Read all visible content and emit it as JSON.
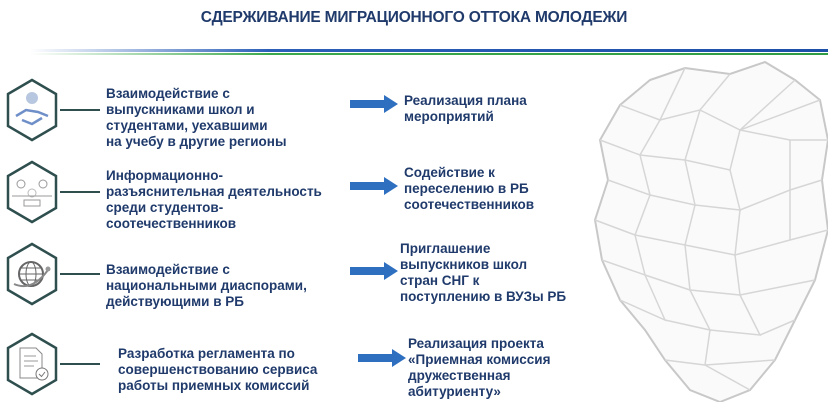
{
  "title": "СДЕРЖИВАНИЕ МИГРАЦИОННОГО ОТТОКА МОЛОДЕЖИ",
  "rows": [
    {
      "icon": "handshake-icon",
      "left": [
        "Взаимодействие с",
        "выпускниками школ и",
        "студентами, уехавшими",
        "на учебу в другие регионы"
      ],
      "right": [
        "Реализация плана",
        "мероприятий"
      ]
    },
    {
      "icon": "people-meeting-icon",
      "left": [
        "Информационно-",
        "разъяснительная деятельность",
        "среди студентов-",
        "соотечественников"
      ],
      "right": [
        "Содействие к",
        "переселению в РБ",
        "соотечественников"
      ]
    },
    {
      "icon": "globe-icon",
      "left": [
        "Взаимодействие с",
        "национальными диаспорами,",
        "действующими в РБ"
      ],
      "right": [
        "Приглашение",
        "выпускников школ",
        "стран СНГ к",
        "поступлению в ВУЗы РБ"
      ]
    },
    {
      "icon": "document-check-icon",
      "left": [
        "Разработка регламента по",
        "совершенствованию сервиса",
        "работы приемных комиссий"
      ],
      "right": [
        "Реализация проекта",
        "«Приемная комиссия",
        "дружественная",
        "абитуриенту»"
      ]
    }
  ],
  "colors": {
    "text": "#1f3a6b",
    "arrow": "#2e6fc0",
    "hex": "#2f4f4f"
  }
}
